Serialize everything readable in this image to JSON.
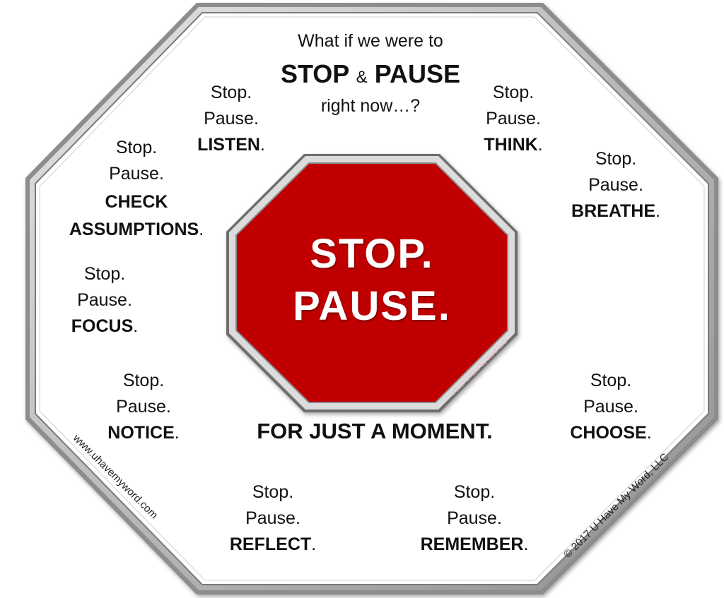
{
  "colors": {
    "sign_red": "#c00000",
    "border_gray": "#9a9a9a",
    "text_dark": "#111111"
  },
  "header": {
    "line1": "What if we were to",
    "stop": "STOP",
    "amp": "&",
    "pause": "PAUSE",
    "line3": "right now…?"
  },
  "center_sign": {
    "line1": "STOP.",
    "line2": "PAUSE.",
    "small_copyright": "© 2017 U Have My Word, LLC"
  },
  "tagline": "FOR JUST A MOMENT.",
  "items": [
    {
      "stop": "Stop.",
      "pause": "Pause.",
      "action": "LISTEN",
      "dot": "."
    },
    {
      "stop": "Stop.",
      "pause": "Pause.",
      "action": "THINK",
      "dot": "."
    },
    {
      "stop": "Stop.",
      "pause": "Pause.",
      "action": "CHECK",
      "action2": "ASSUMPTIONS",
      "dot": "."
    },
    {
      "stop": "Stop.",
      "pause": "Pause.",
      "action": "BREATHE",
      "dot": "."
    },
    {
      "stop": "Stop.",
      "pause": "Pause.",
      "action": "FOCUS",
      "dot": "."
    },
    {
      "stop": "Stop.",
      "pause": "Pause.",
      "action": "NOTICE",
      "dot": "."
    },
    {
      "stop": "Stop.",
      "pause": "Pause.",
      "action": "CHOOSE",
      "dot": "."
    },
    {
      "stop": "Stop.",
      "pause": "Pause.",
      "action": "REFLECT",
      "dot": "."
    },
    {
      "stop": "Stop.",
      "pause": "Pause.",
      "action": "REMEMBER",
      "dot": "."
    }
  ],
  "footer": {
    "website": "www.uhavemyword.com",
    "copyright": "© 2017 U Have My Word, LLC"
  }
}
